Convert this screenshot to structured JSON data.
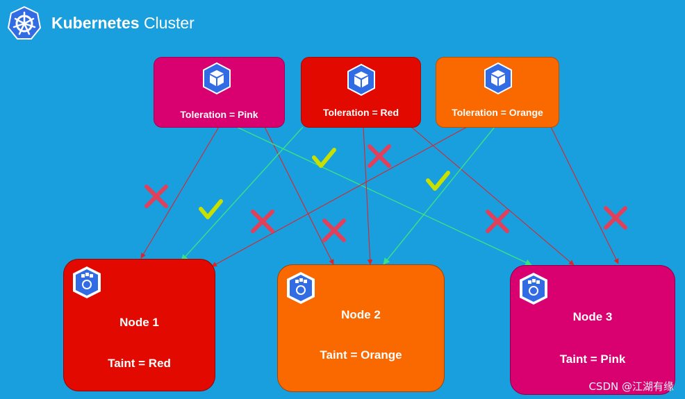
{
  "header": {
    "title_bold": "Kubernetes",
    "title_rest": "Cluster",
    "logo_icon": "kubernetes-helm-icon"
  },
  "pods": [
    {
      "id": "pink",
      "label": "Toleration = Pink",
      "color": "#d9006f",
      "icon": "cube-icon"
    },
    {
      "id": "red",
      "label": "Toleration = Red",
      "color": "#e20a00",
      "icon": "cube-icon"
    },
    {
      "id": "orange",
      "label": "Toleration = Orange",
      "color": "#fa6800",
      "icon": "cube-icon"
    }
  ],
  "nodes": [
    {
      "id": "node1",
      "name": "Node 1",
      "taint": "Taint = Red",
      "color": "#e20a00",
      "icon": "node-gear-icon"
    },
    {
      "id": "node2",
      "name": "Node 2",
      "taint": "Taint = Orange",
      "color": "#fa6800",
      "icon": "node-gear-icon"
    },
    {
      "id": "node3",
      "name": "Node 3",
      "taint": "Taint = Pink",
      "color": "#d9006f",
      "icon": "node-gear-icon"
    }
  ],
  "edges": [
    {
      "from": "pink",
      "to": "node1",
      "allowed": false
    },
    {
      "from": "pink",
      "to": "node2",
      "allowed": false
    },
    {
      "from": "pink",
      "to": "node3",
      "allowed": true
    },
    {
      "from": "red",
      "to": "node1",
      "allowed": true
    },
    {
      "from": "red",
      "to": "node2",
      "allowed": false
    },
    {
      "from": "red",
      "to": "node3",
      "allowed": false
    },
    {
      "from": "orange",
      "to": "node1",
      "allowed": false
    },
    {
      "from": "orange",
      "to": "node2",
      "allowed": true
    },
    {
      "from": "orange",
      "to": "node3",
      "allowed": false
    }
  ],
  "colors": {
    "allowed": "#39e08a",
    "blocked": "#d8262a",
    "cross": "#e0405a",
    "check": "#c8e000",
    "background": "#1a9fde"
  },
  "watermark": "CSDN @江湖有缘"
}
